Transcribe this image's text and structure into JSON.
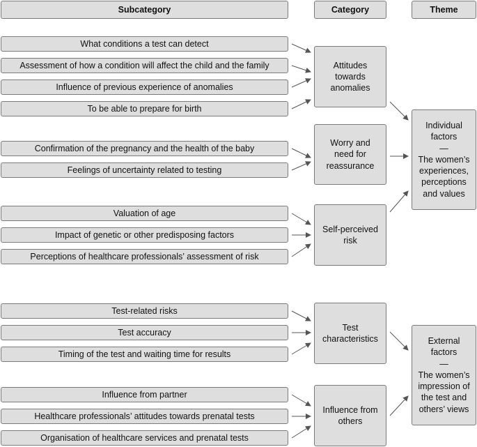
{
  "headers": {
    "subcategory": "Subcategory",
    "category": "Category",
    "theme": "Theme"
  },
  "subcategories": [
    "What conditions a test can detect",
    "Assessment of how a condition will affect the child and the family",
    "Influence of previous experience of anomalies",
    "To be able to prepare for birth",
    "Confirmation of the pregnancy and the health of the baby",
    "Feelings of uncertainty related to testing",
    "Valuation of age",
    "Impact of genetic or other predisposing factors",
    "Perceptions of healthcare professionals’ assessment of risk",
    "Test-related risks",
    "Test accuracy",
    "Timing of the test and waiting time for results",
    "Influence from partner",
    "Healthcare professionals’ attitudes towards prenatal tests",
    "Organisation of healthcare services and prenatal tests"
  ],
  "categories": [
    "Attitudes\ntowards\nanomalies",
    "Worry and\nneed for\nreassurance",
    "Self-perceived\nrisk",
    "Test\ncharacteristics",
    "Influence from\nothers"
  ],
  "themes": [
    "Individual\nfactors\n—\nThe women’s\nexperiences,\nperceptions\nand values",
    "External\nfactors\n—\nThe women’s\nimpression of\nthe test and\nothers’ views"
  ]
}
